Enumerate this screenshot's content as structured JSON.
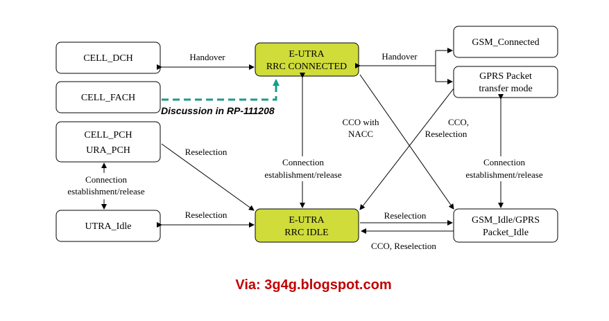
{
  "states": {
    "cell_dch": "CELL_DCH",
    "cell_fach": "CELL_FACH",
    "cell_pch": "CELL_PCH",
    "ura_pch": "URA_PCH",
    "utra_idle": "UTRA_Idle",
    "eutra_connected": [
      "E-UTRA",
      "RRC CONNECTED"
    ],
    "eutra_idle": [
      "E-UTRA",
      "RRC IDLE"
    ],
    "gsm_connected": "GSM_Connected",
    "gprs_packet": [
      "GPRS Packet",
      "transfer mode"
    ],
    "gsm_idle": [
      "GSM_Idle/GPRS",
      "Packet_Idle"
    ]
  },
  "labels": {
    "handover_left": "Handover",
    "handover_right": "Handover",
    "reselection_pch": "Reselection",
    "reselection_idle": "Reselection",
    "conn_utra": [
      "Connection",
      "establishment/release"
    ],
    "conn_eutra": [
      "Connection",
      "establishment/release"
    ],
    "conn_gsm": [
      "Connection",
      "establishment/release"
    ],
    "cco_nacc": [
      "CCO with",
      "NACC"
    ],
    "cco_reselection": [
      "CCO,",
      "Reselection"
    ],
    "reselection_gsm": "Reselection",
    "cco_reselection_bottom": "CCO, Reselection"
  },
  "annotation": "Discussion in RP-111208",
  "via": "Via: 3g4g.blogspot.com",
  "colors": {
    "highlight_fill": "#cfdc3a",
    "dashed_arrow": "#1a9b88",
    "via_text": "#c00000"
  }
}
